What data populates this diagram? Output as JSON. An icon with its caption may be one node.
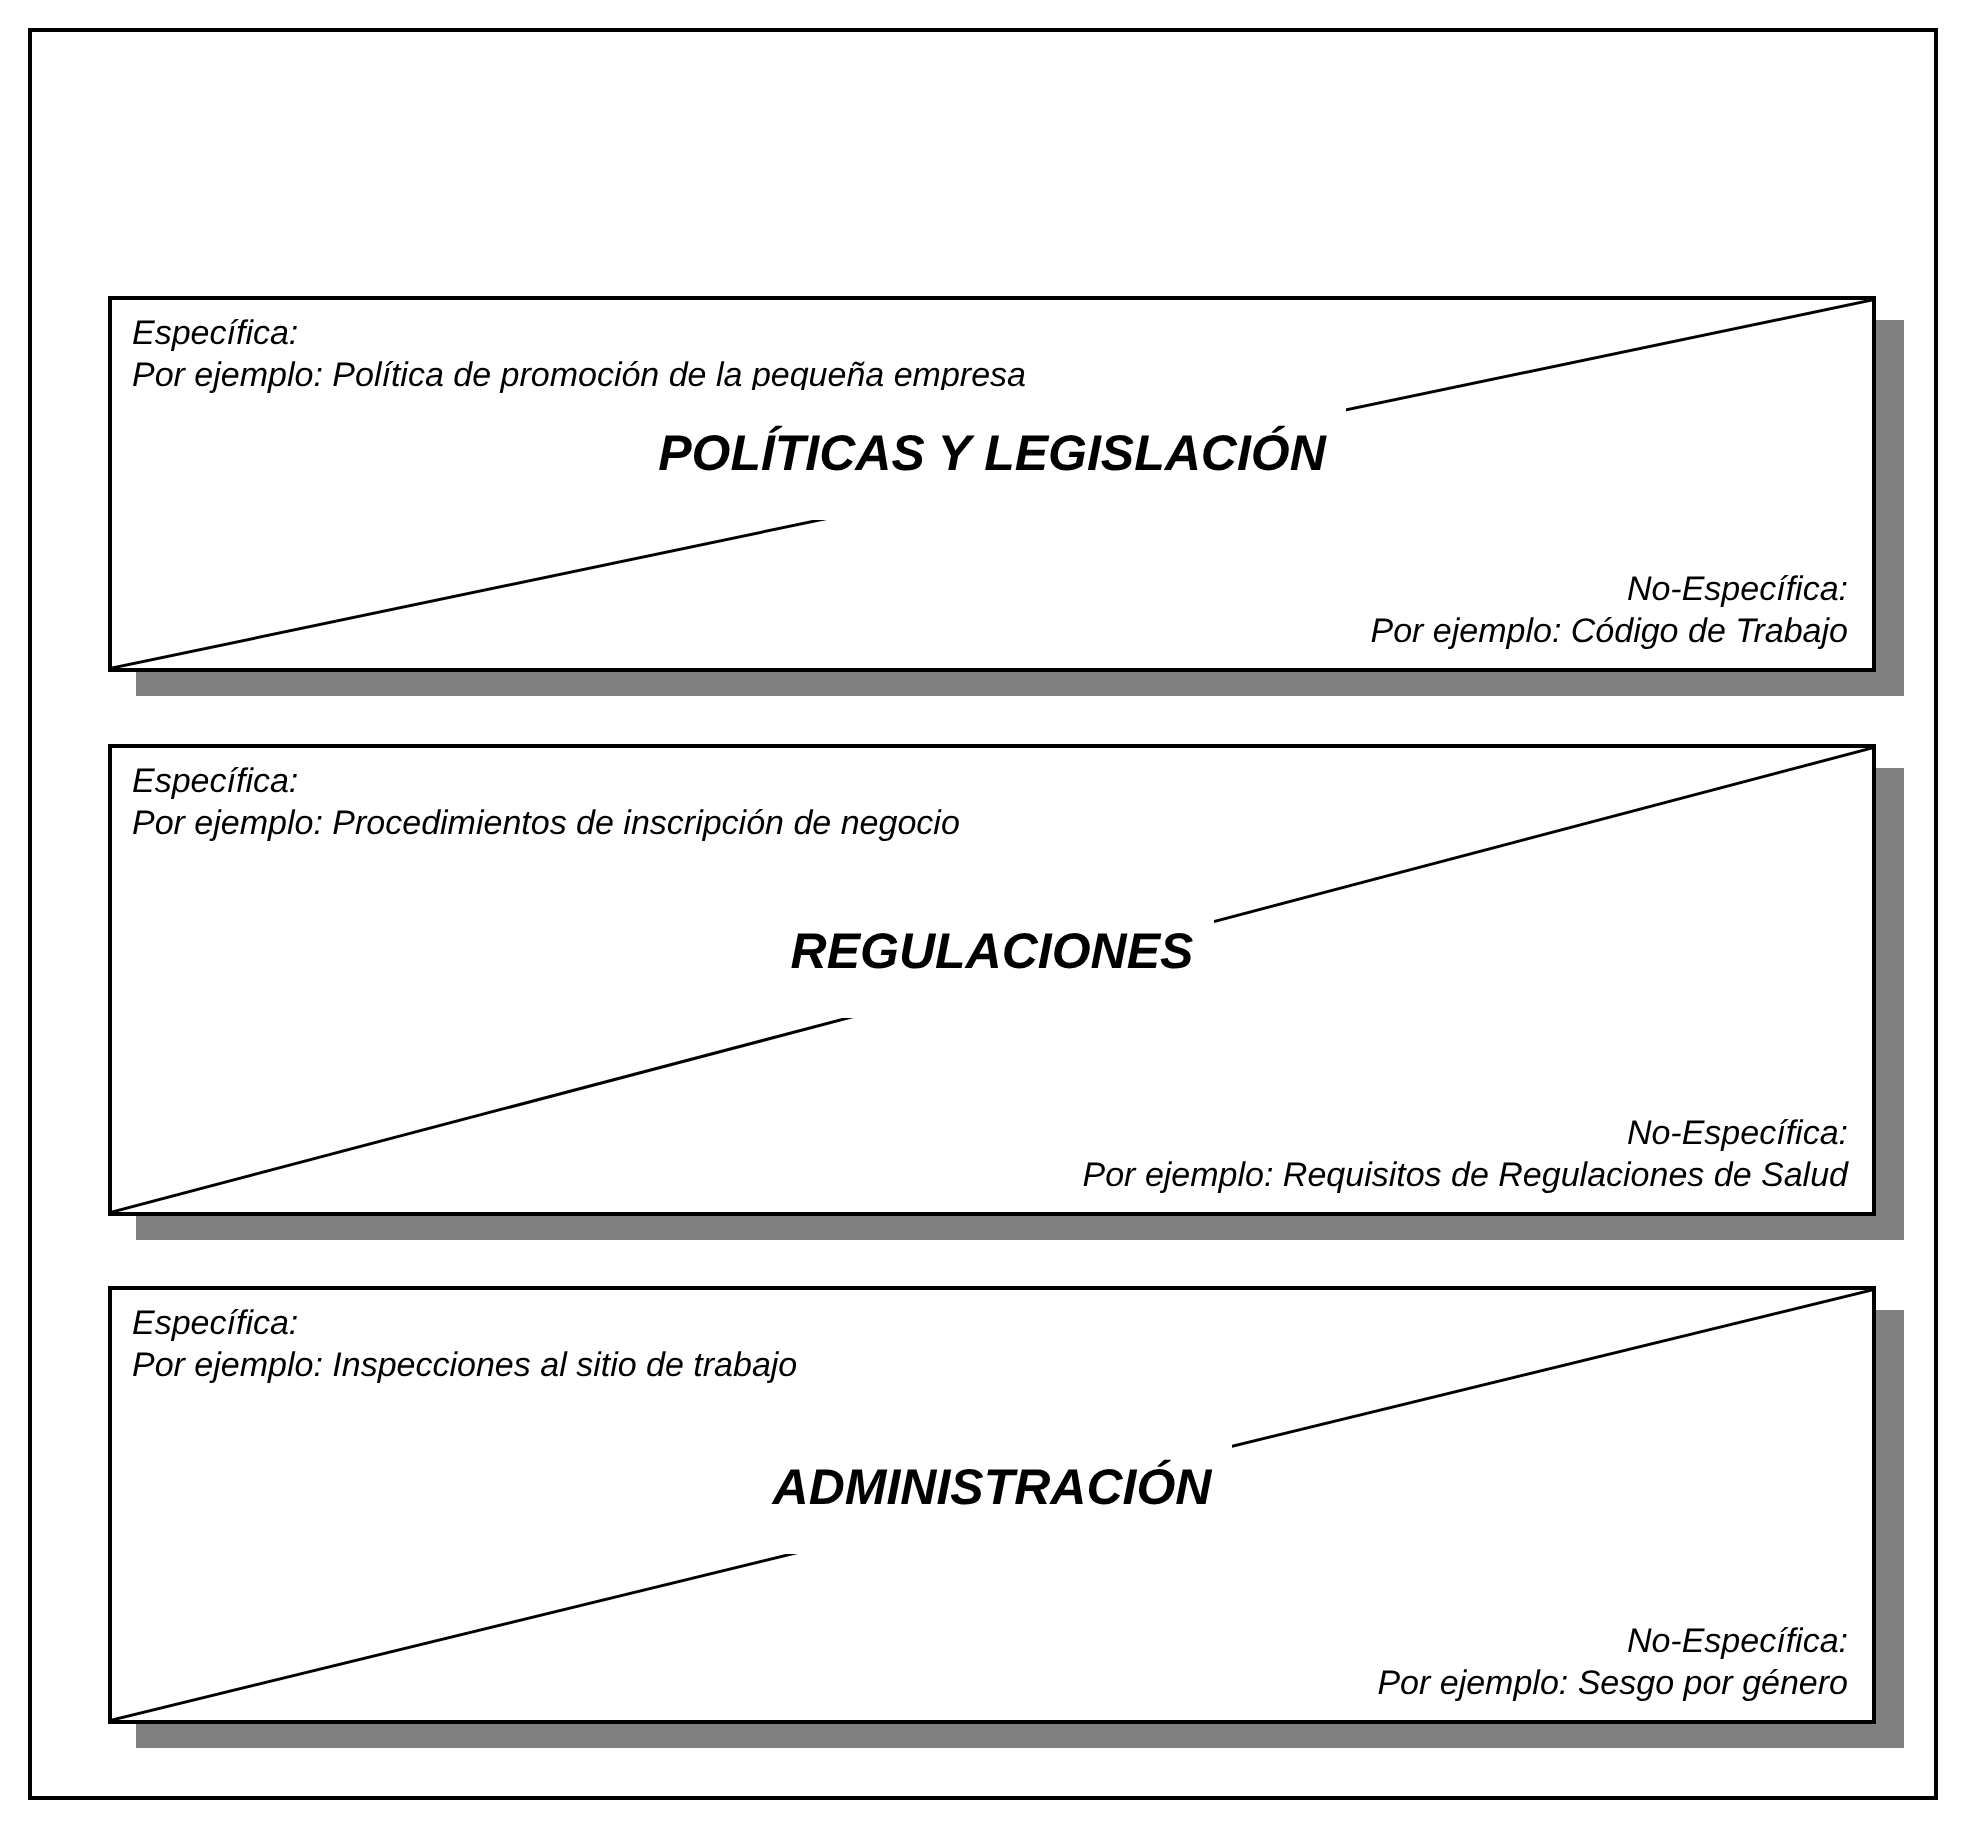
{
  "diagram": {
    "nodes": [
      {
        "text": [
          "Específica:",
          "Por ejemplo: Política de promoción de la pequeña empresa",
          "POLÍTICAS Y LEGISLACIÓN",
          "No-Específica:",
          "Por ejemplo:  Código de Trabajo"
        ]
      },
      {
        "text": [
          "Específica:",
          "Por ejemplo: Procedimientos de inscripción de negocio",
          "REGULACIONES",
          "No-Específica:",
          "Por ejemplo: Requisitos de Regulaciones de Salud"
        ]
      },
      {
        "text": [
          "Específica:",
          "Por ejemplo: Inspecciones al sitio de trabajo",
          "ADMINISTRACIÓN",
          "No-Específica:",
          "Por ejemplo: Sesgo por género"
        ]
      }
    ]
  }
}
